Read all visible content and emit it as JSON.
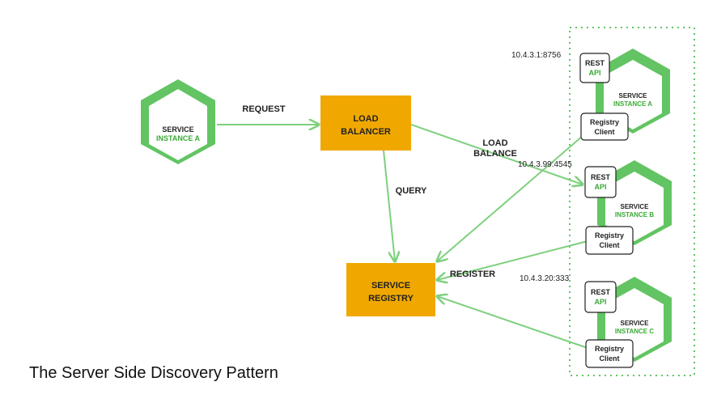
{
  "colors": {
    "green": "#62c462",
    "green_dark": "#4fb84f",
    "orange": "#f0a800",
    "arrow": "#7ed07e",
    "text_green": "#3aaa35",
    "text_dark": "#222222"
  },
  "client": {
    "line1": "SERVICE",
    "line2": "INSTANCE A"
  },
  "load_balancer": {
    "line1": "LOAD",
    "line2": "BALANCER"
  },
  "service_registry": {
    "line1": "SERVICE",
    "line2": "REGISTRY"
  },
  "labels": {
    "request": "REQUEST",
    "query": "QUERY",
    "load_balance_1": "LOAD",
    "load_balance_2": "BALANCE",
    "register": "REGISTER"
  },
  "instances": [
    {
      "address": "10.4.3.1:8756",
      "name1": "SERVICE",
      "name2": "INSTANCE A",
      "rest1": "REST",
      "rest2": "API",
      "reg1": "Registry",
      "reg2": "Client"
    },
    {
      "address": "10.4.3.99:4545",
      "name1": "SERVICE",
      "name2": "INSTANCE B",
      "rest1": "REST",
      "rest2": "API",
      "reg1": "Registry",
      "reg2": "Client"
    },
    {
      "address": "10.4.3.20:333",
      "name1": "SERVICE",
      "name2": "INSTANCE C",
      "rest1": "REST",
      "rest2": "API",
      "reg1": "Registry",
      "reg2": "Client"
    }
  ],
  "caption": "The Server Side Discovery Pattern"
}
